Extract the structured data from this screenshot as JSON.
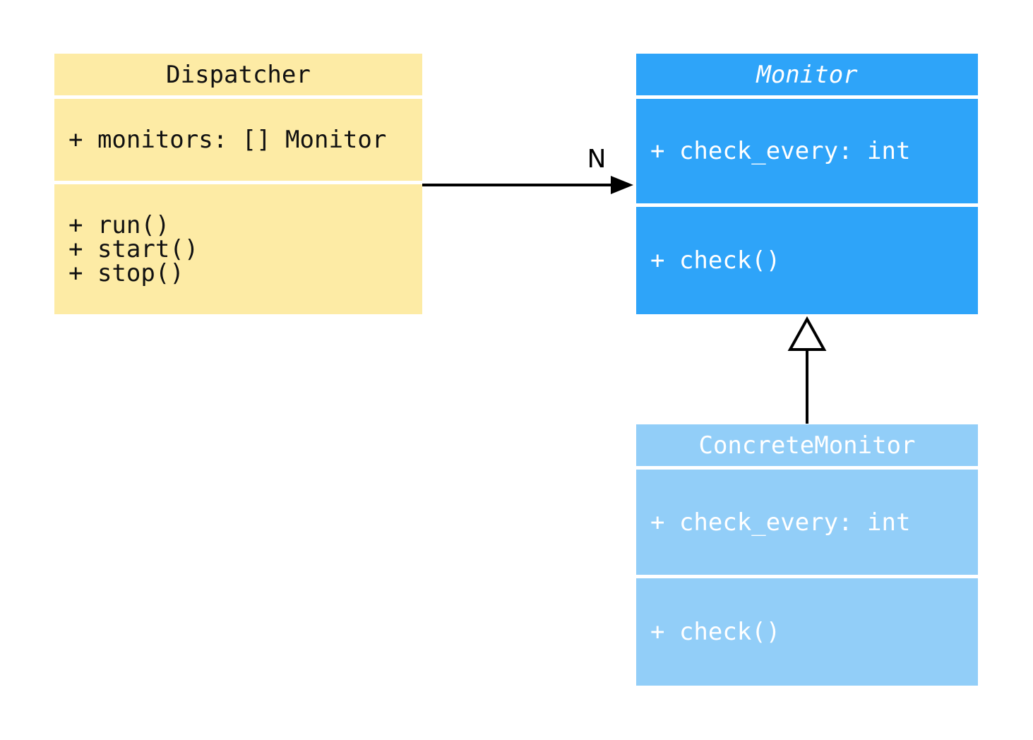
{
  "colors": {
    "canvas_bg": "#ffffff",
    "dispatcher_fill": "#fdeba5",
    "dispatcher_text": "#111111",
    "monitor_fill": "#2ea4f9",
    "monitor_text": "#ffffff",
    "concrete_fill": "#92cef8",
    "concrete_text": "#ffffff",
    "connector": "#000000"
  },
  "diagram": {
    "type": "uml-class-diagram",
    "classes": [
      {
        "name": "Dispatcher",
        "abstract": false,
        "attributes": [
          "+ monitors: [] Monitor"
        ],
        "methods": [
          "+ run()",
          "+ start()",
          "+ stop()"
        ]
      },
      {
        "name": "Monitor",
        "abstract": true,
        "attributes": [
          "+ check_every: int"
        ],
        "methods": [
          "+ check()"
        ]
      },
      {
        "name": "ConcreteMonitor",
        "abstract": false,
        "attributes": [
          "+ check_every: int"
        ],
        "methods": [
          "+ check()"
        ]
      }
    ],
    "relations": [
      {
        "type": "association",
        "from": "Dispatcher",
        "to": "Monitor",
        "label": "N"
      },
      {
        "type": "inheritance",
        "from": "ConcreteMonitor",
        "to": "Monitor"
      }
    ]
  }
}
